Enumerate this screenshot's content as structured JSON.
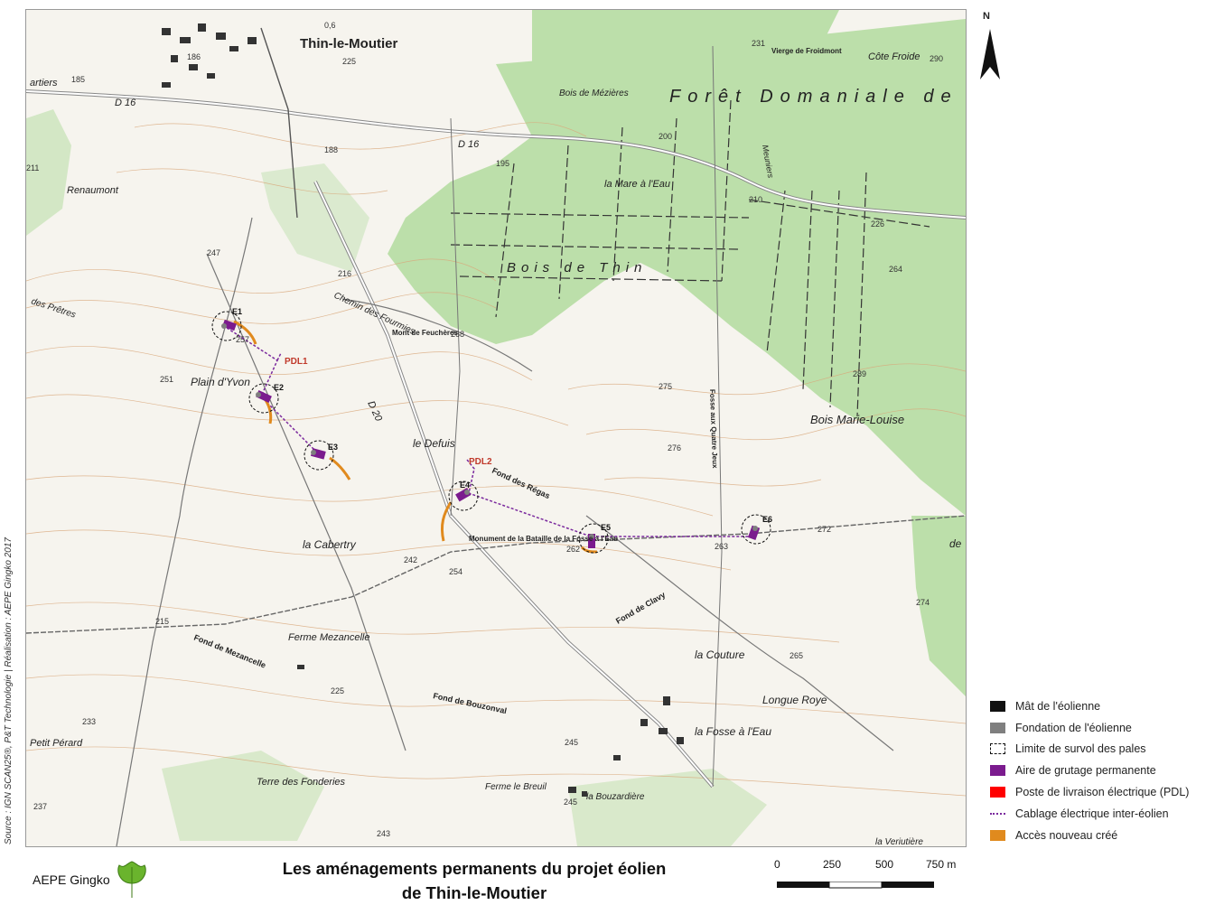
{
  "source": "Source : IGN SCAN25®, P&T Technologie | Réalisation : AEPE Gingko 2017",
  "north": "N",
  "title": {
    "line1": "Les aménagements permanents du projet éolien",
    "line2": "de Thin-le-Moutier"
  },
  "logo": {
    "text": "AEPE Gingko",
    "icon": "ginkgo-leaf-icon"
  },
  "scale": {
    "labels": [
      "0",
      "250",
      "500",
      "750 m"
    ]
  },
  "legend": [
    {
      "label": "Mât de l'éolienne",
      "color": "#111111",
      "type": "fill"
    },
    {
      "label": "Fondation de l'éolienne",
      "color": "#7f7f7f",
      "type": "fill"
    },
    {
      "label": "Limite de survol des pales",
      "color": "#111111",
      "type": "dashed"
    },
    {
      "label": "Aire de grutage permanente",
      "color": "#7b1b8e",
      "type": "fill"
    },
    {
      "label": "Poste de livraison électrique (PDL)",
      "color": "#ff0000",
      "type": "fill"
    },
    {
      "label": "Cablage électrique inter-éolien",
      "color": "#7b2a9e",
      "type": "line"
    },
    {
      "label": "Accès nouveau créé",
      "color": "#e08a1e",
      "type": "fill"
    }
  ],
  "map": {
    "turbines": [
      "E1",
      "E2",
      "E3",
      "E4",
      "E5",
      "E6"
    ],
    "pdl": [
      "PDL1",
      "PDL2"
    ],
    "places": {
      "thin": "Thin-le-Moutier",
      "foret": "Forêt Domaniale de",
      "bois_thin": "Bois de Thin",
      "bois_mezieres": "Bois de Mézières",
      "mare": "la Mare à l'Eau",
      "vierge": "Vierge de Froidmont",
      "cote": "Côte Froide",
      "renaumont": "Renaumont",
      "quartiers": "artiers",
      "des_pretres": "des Prêtres",
      "plain": "Plain d'Yvon",
      "chemin": "Chemin des Fourmies",
      "mont": "Mont de Feuchères",
      "defuis": "le Defuis",
      "fond_reges": "Fond des Régas",
      "monument": "Monument de la Bataille de la Fosse à l'Eau",
      "cabertry": "la Cabertry",
      "fosse_chemin": "Fosse aux Quatre Jeux",
      "bois_ml": "Bois Marie-Louise",
      "fond_clavy": "Fond de Clavy",
      "couture": "la Couture",
      "longue_roye": "Longue Roye",
      "fosse_eau": "la Fosse à l'Eau",
      "ferme_mez": "Ferme Mezancelle",
      "fond_mez": "Fond de Mezancelle",
      "fond_bouz": "Fond de Bouzonval",
      "petit_perard": "Petit Pérard",
      "terre": "Terre des Fonderies",
      "ferme_breuil": "Ferme le Breuil",
      "bouzardiere": "la Bouzardière",
      "veriutiere": "la Veriutière",
      "meuniers": "Meuniers",
      "de_right": "de",
      "d16": "D 16",
      "d16b": "D 16",
      "d20": "D 20"
    },
    "altitudes": [
      "0,6",
      "225",
      "185",
      "186",
      "188",
      "195",
      "200",
      "210",
      "226",
      "231",
      "290",
      "211",
      "247",
      "216",
      "257",
      "251",
      "268",
      "275",
      "276",
      "264",
      "289",
      "262",
      "263",
      "272",
      "254",
      "242",
      "215",
      "225",
      "265",
      "274",
      "233",
      "245",
      "243",
      "237",
      "245"
    ]
  }
}
